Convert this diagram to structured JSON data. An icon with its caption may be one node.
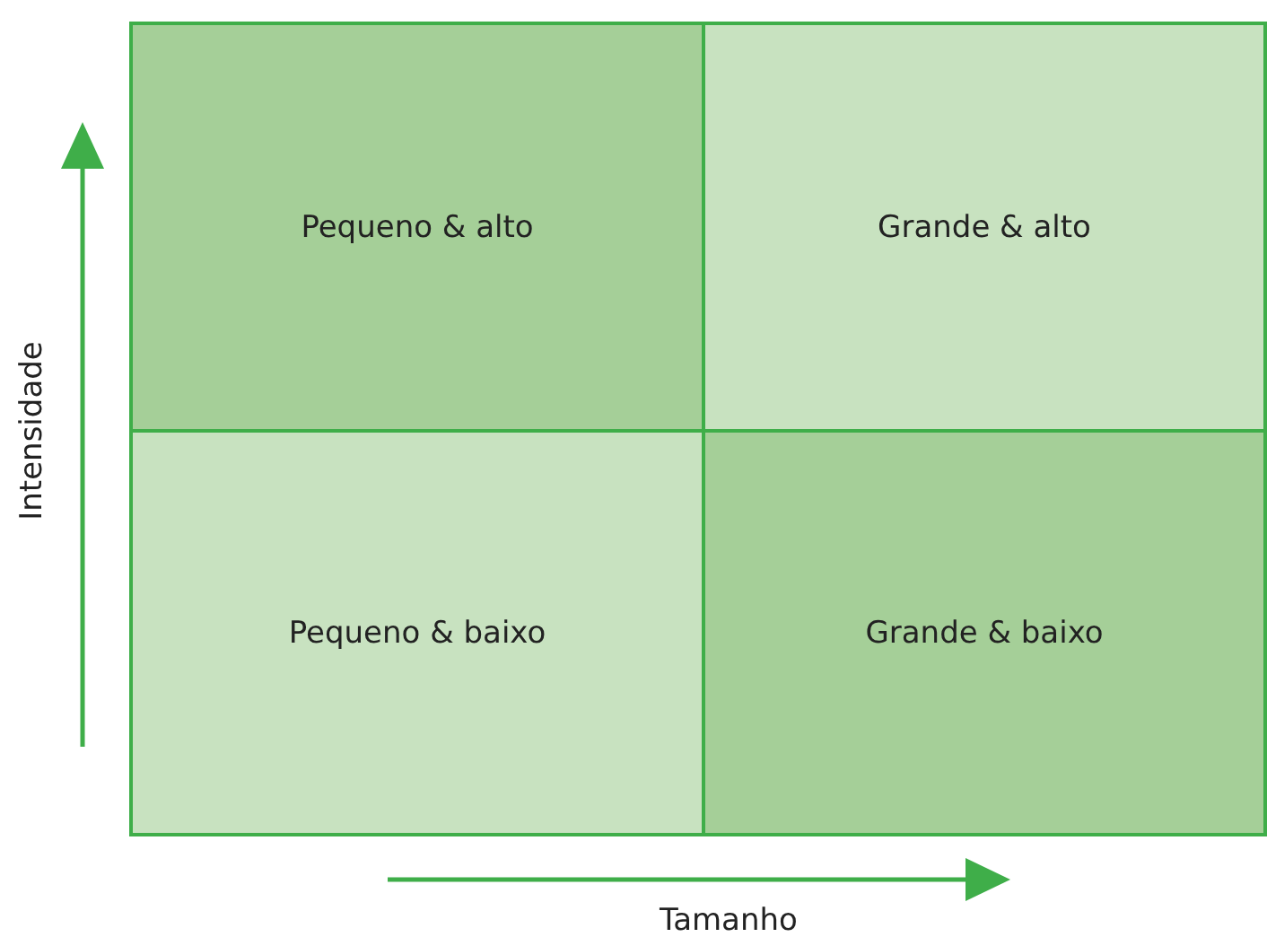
{
  "diagram": {
    "nodes": [
      {
        "text": [
          "Pequeno & alto"
        ]
      },
      {
        "text": [
          "Grande & alto"
        ]
      },
      {
        "text": [
          "Pequeno & baixo"
        ]
      },
      {
        "text": [
          "Grande & baixo"
        ]
      }
    ],
    "labels": [
      "Intensidade",
      "Tamanho"
    ]
  }
}
